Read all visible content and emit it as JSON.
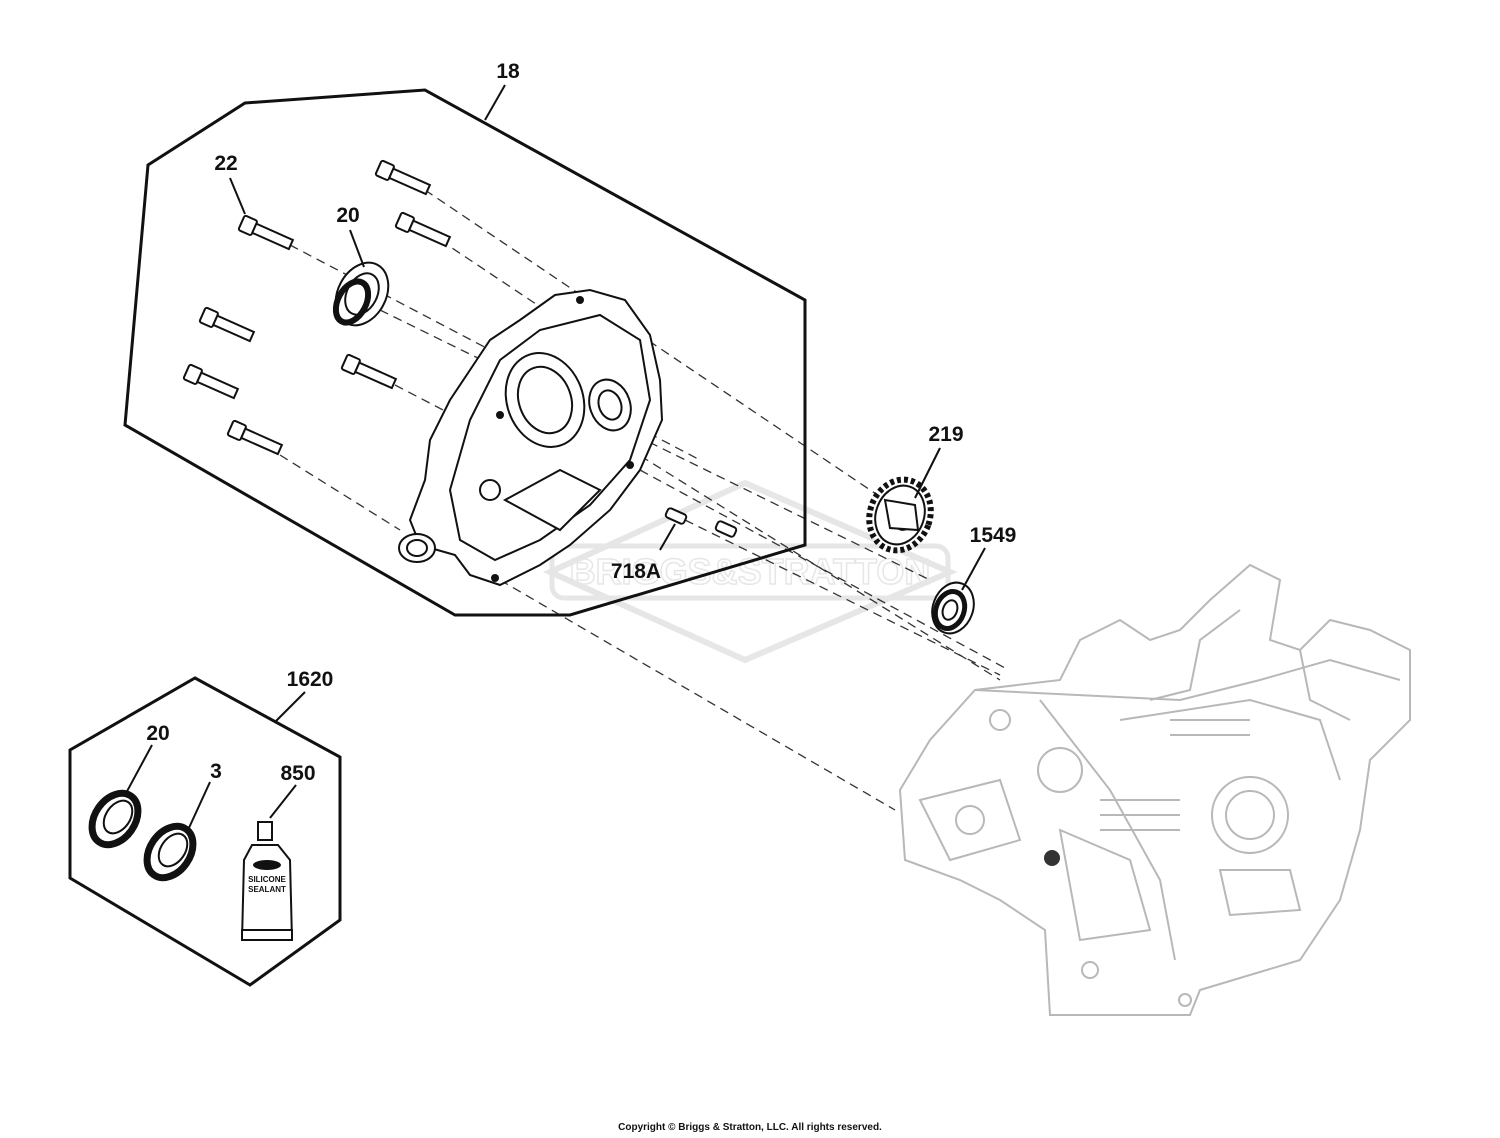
{
  "callouts": {
    "c18": "18",
    "c22": "22",
    "c20_top": "20",
    "c219": "219",
    "c1549": "1549",
    "c718a": "718A",
    "c1620": "1620",
    "c20_kit": "20",
    "c3": "3",
    "c850": "850"
  },
  "sealant_tube": {
    "line1": "SILICONE",
    "line2": "SEALANT"
  },
  "watermark": {
    "text": "BRIGGS&STRATTON"
  },
  "copyright": "Copyright © Briggs & Stratton, LLC. All rights reserved."
}
